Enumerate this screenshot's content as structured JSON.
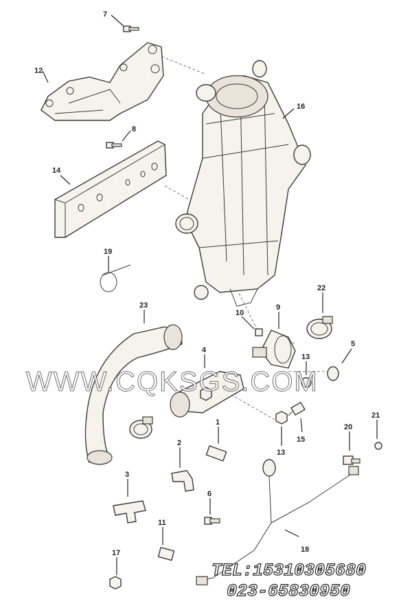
{
  "diagram": {
    "callouts": [
      "7",
      "12",
      "8",
      "16",
      "14",
      "19",
      "23",
      "10",
      "9",
      "22",
      "4",
      "13",
      "5",
      "21",
      "1",
      "15",
      "13",
      "20",
      "2",
      "3",
      "6",
      "11",
      "17",
      "18"
    ]
  },
  "watermark": {
    "site": "WWW.CQKSGS.COM",
    "tel": "TEL:15310305680",
    "phone": "023-65830950"
  }
}
